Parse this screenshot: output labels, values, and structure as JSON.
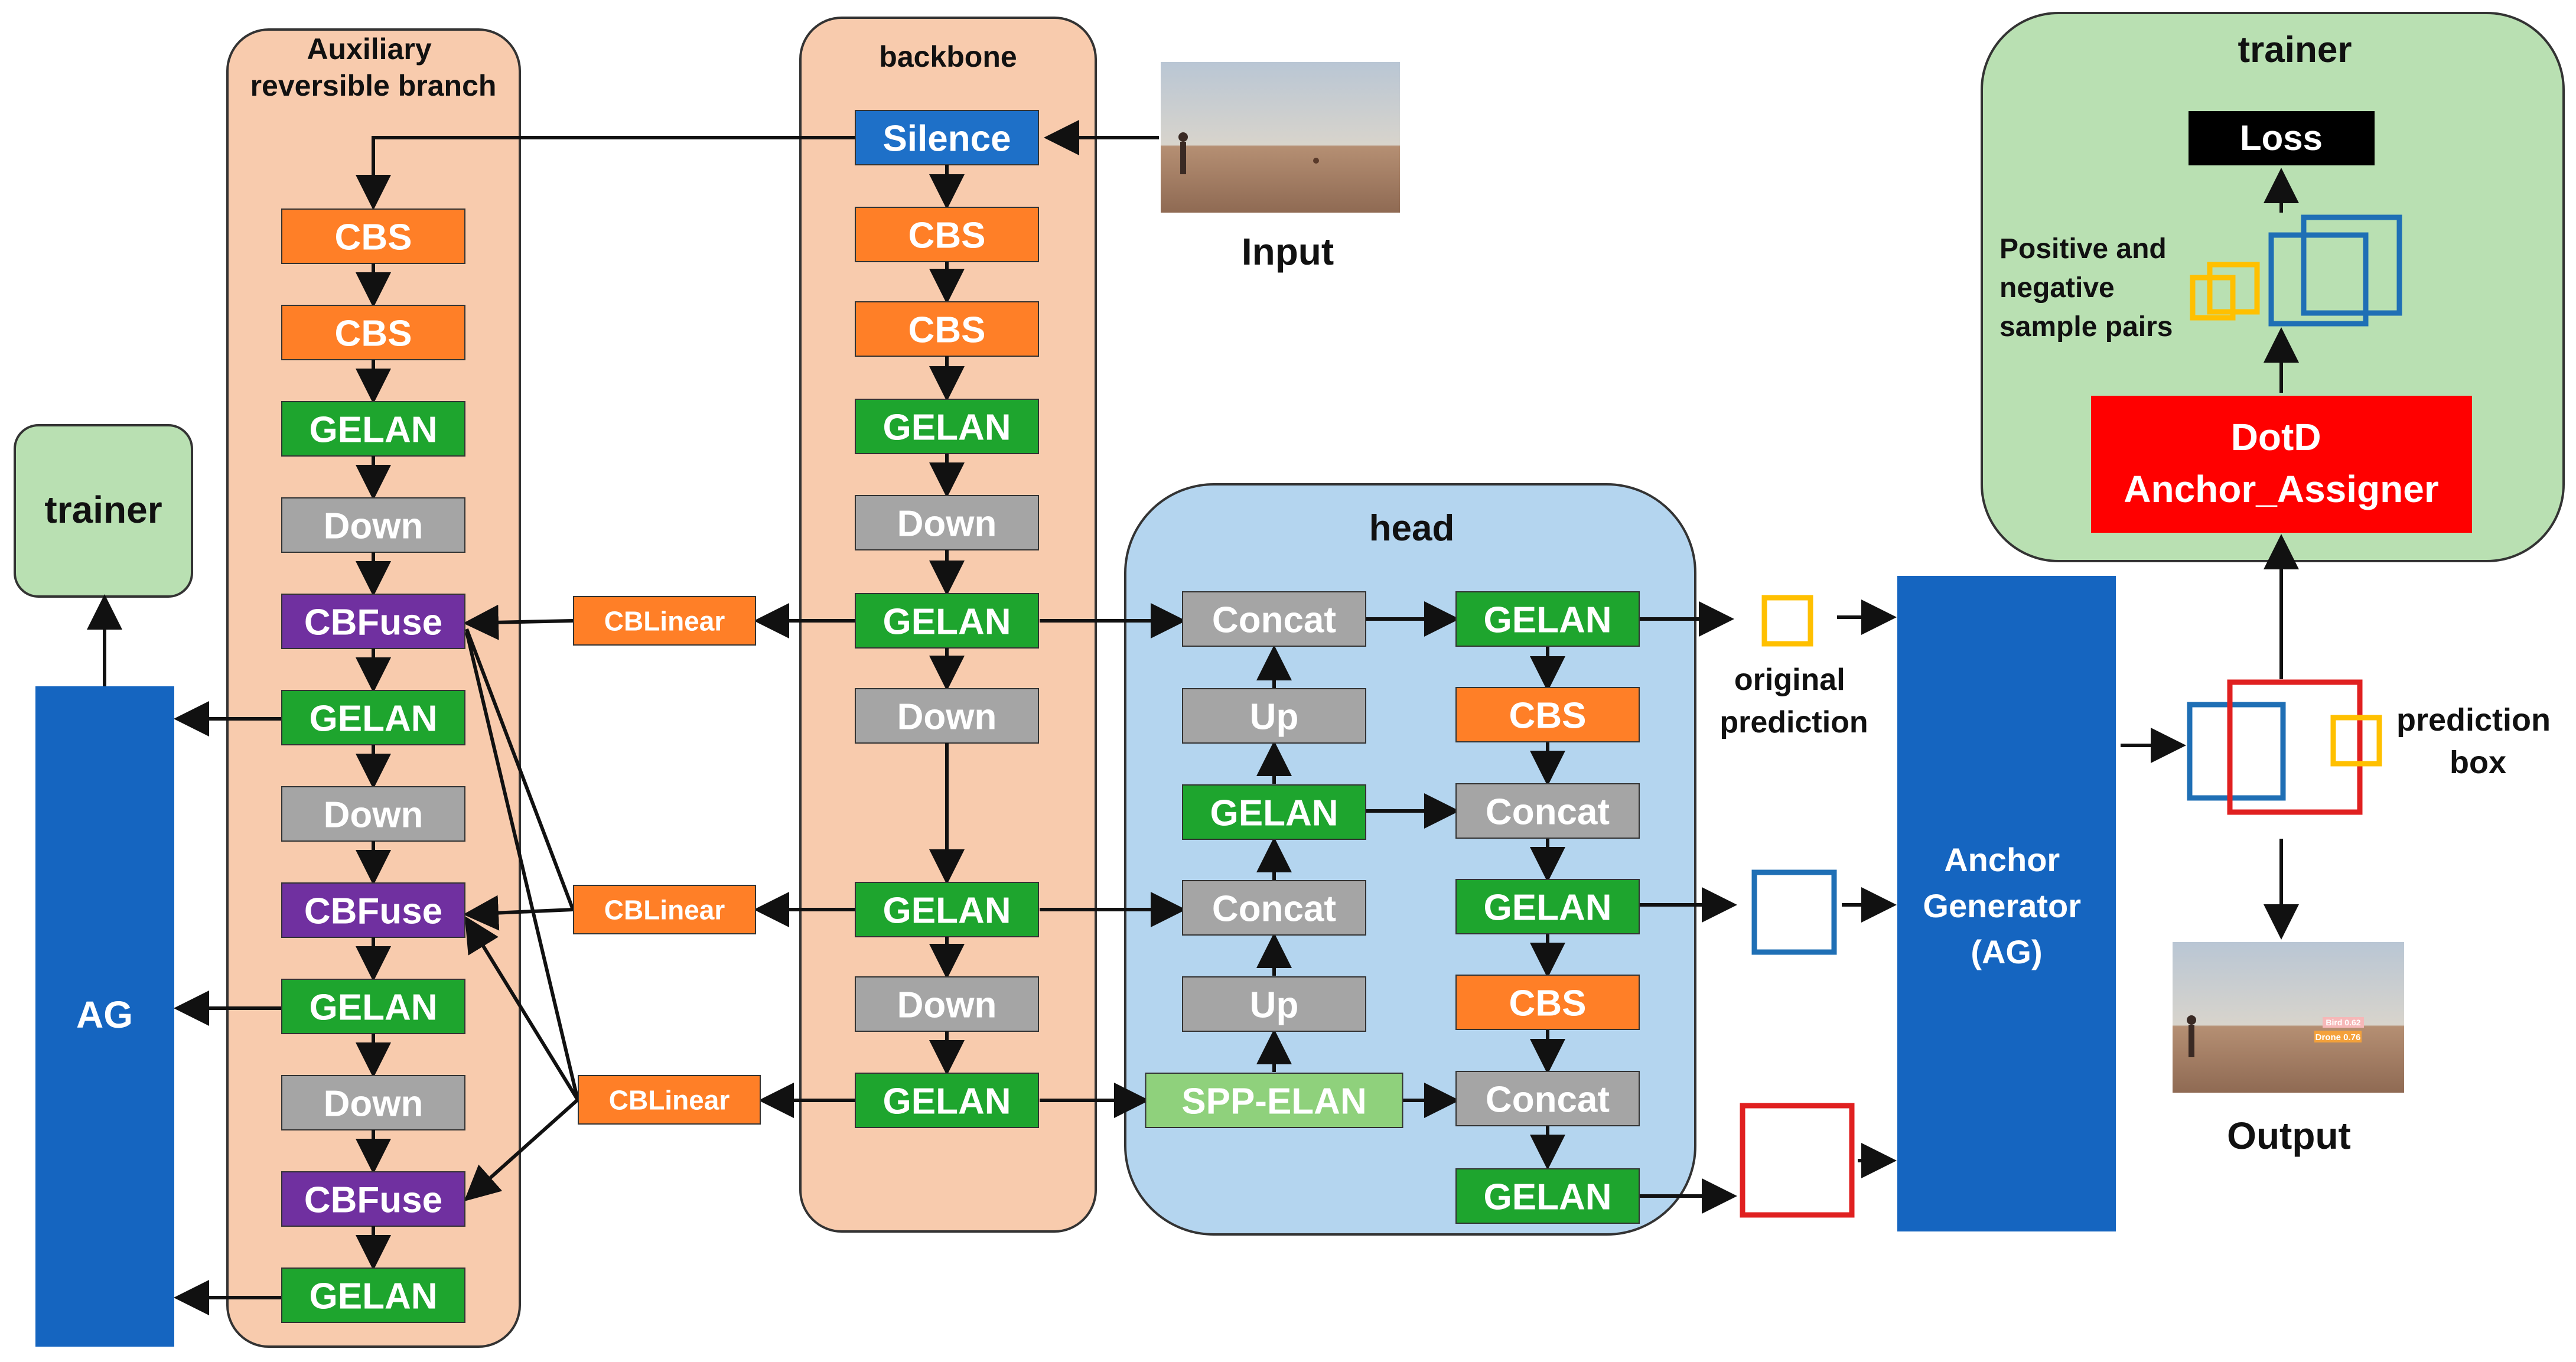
{
  "colors": {
    "orange": "#ff7f27",
    "green": "#1ea52e",
    "gray": "#a5a5a5",
    "purple": "#7030a0",
    "blue_dark": "#1565c0",
    "blue_box": "#1e70c8",
    "red": "#ff0000",
    "light_green": "#8fd17c",
    "panel_peach": "#f8cbad",
    "panel_blue": "#b4d5ef",
    "panel_green": "#b9e0b2",
    "pred_yellow": "#ffc000",
    "pred_blue": "#1f6fb5",
    "pred_red": "#e02020"
  },
  "panels": {
    "aux": "Auxiliary\nreversible branch",
    "backbone": "backbone",
    "head": "head",
    "trainer": "trainer"
  },
  "left": {
    "trainer": "trainer",
    "ag": "AG"
  },
  "aux_blocks": [
    "CBS",
    "CBS",
    "GELAN",
    "Down",
    "CBFuse",
    "GELAN",
    "Down",
    "CBFuse",
    "GELAN",
    "Down",
    "CBFuse",
    "GELAN"
  ],
  "backbone_blocks": [
    "Silence",
    "CBS",
    "CBS",
    "GELAN",
    "Down",
    "GELAN",
    "Down",
    "GELAN",
    "Down",
    "GELAN"
  ],
  "cblinear": [
    "CBLinear",
    "CBLinear",
    "CBLinear"
  ],
  "head_left": [
    "Concat",
    "Up",
    "GELAN",
    "Concat",
    "Up",
    "SPP-ELAN"
  ],
  "head_right": [
    "GELAN",
    "CBS",
    "Concat",
    "GELAN",
    "CBS",
    "Concat",
    "GELAN"
  ],
  "input_label": "Input",
  "output_label": "Output",
  "original_prediction": "original\nprediction",
  "anchor_generator": "Anchor\nGenerator\n(AG)",
  "prediction_box": "prediction\nbox",
  "trainer_panel": {
    "loss": "Loss",
    "pairs": "Positive and\nnegative\nsample pairs",
    "assigner": "DotD\nAnchor_Assigner"
  },
  "output_detections": [
    "Bird 0.62",
    "Drone 0.76"
  ]
}
